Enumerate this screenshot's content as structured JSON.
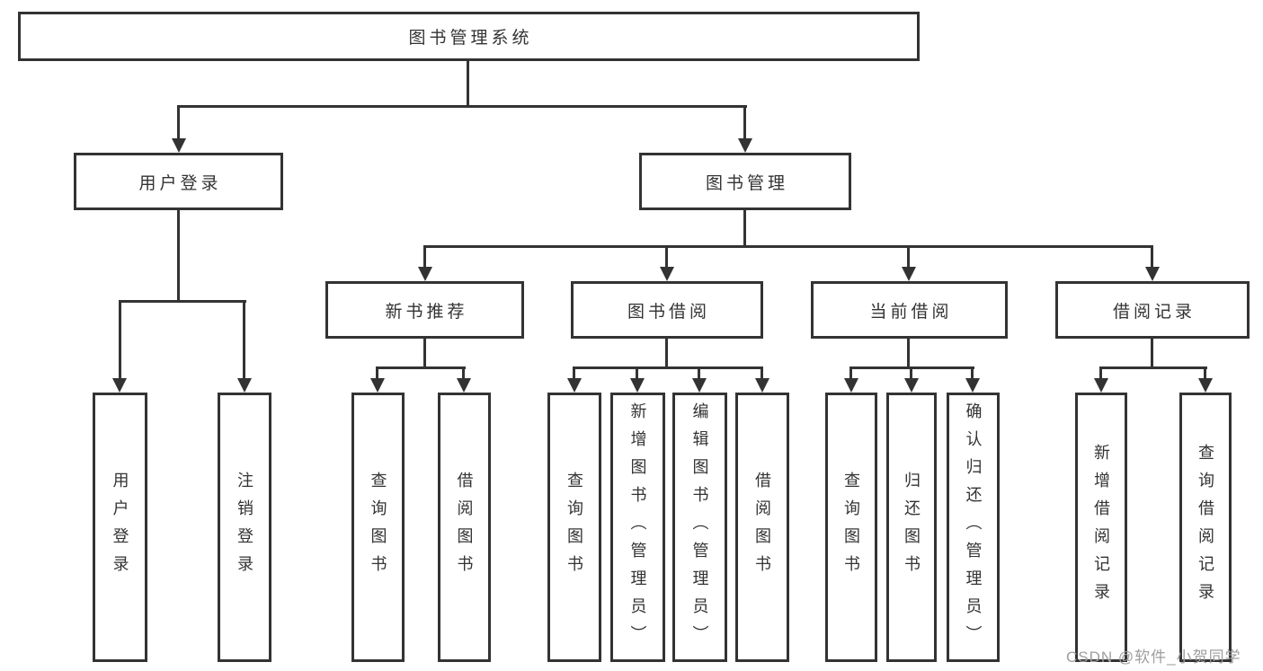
{
  "tree": {
    "root": {
      "label": "图书管理系统"
    },
    "branches": [
      {
        "label": "用户登录",
        "children": [
          {
            "label": "用户登录"
          },
          {
            "label": "注销登录"
          }
        ]
      },
      {
        "label": "图书管理",
        "children": [
          {
            "label": "新书推荐",
            "children": [
              {
                "label": "查询图书"
              },
              {
                "label": "借阅图书"
              }
            ]
          },
          {
            "label": "图书借阅",
            "children": [
              {
                "label": "查询图书"
              },
              {
                "label": "新增图书（管理员）"
              },
              {
                "label": "编辑图书（管理员）"
              },
              {
                "label": "借阅图书"
              }
            ]
          },
          {
            "label": "当前借阅",
            "children": [
              {
                "label": "查询图书"
              },
              {
                "label": "归还图书"
              },
              {
                "label": "确认归还（管理员）"
              }
            ]
          },
          {
            "label": "借阅记录",
            "children": [
              {
                "label": "新增借阅记录"
              },
              {
                "label": "查询借阅记录"
              }
            ]
          }
        ]
      }
    ]
  },
  "watermark": {
    "text": "CSDN @软件_小贺同学"
  },
  "colors": {
    "line": "#333333",
    "text": "#333333",
    "background": "#ffffff",
    "watermark": "#9e9e9e"
  }
}
